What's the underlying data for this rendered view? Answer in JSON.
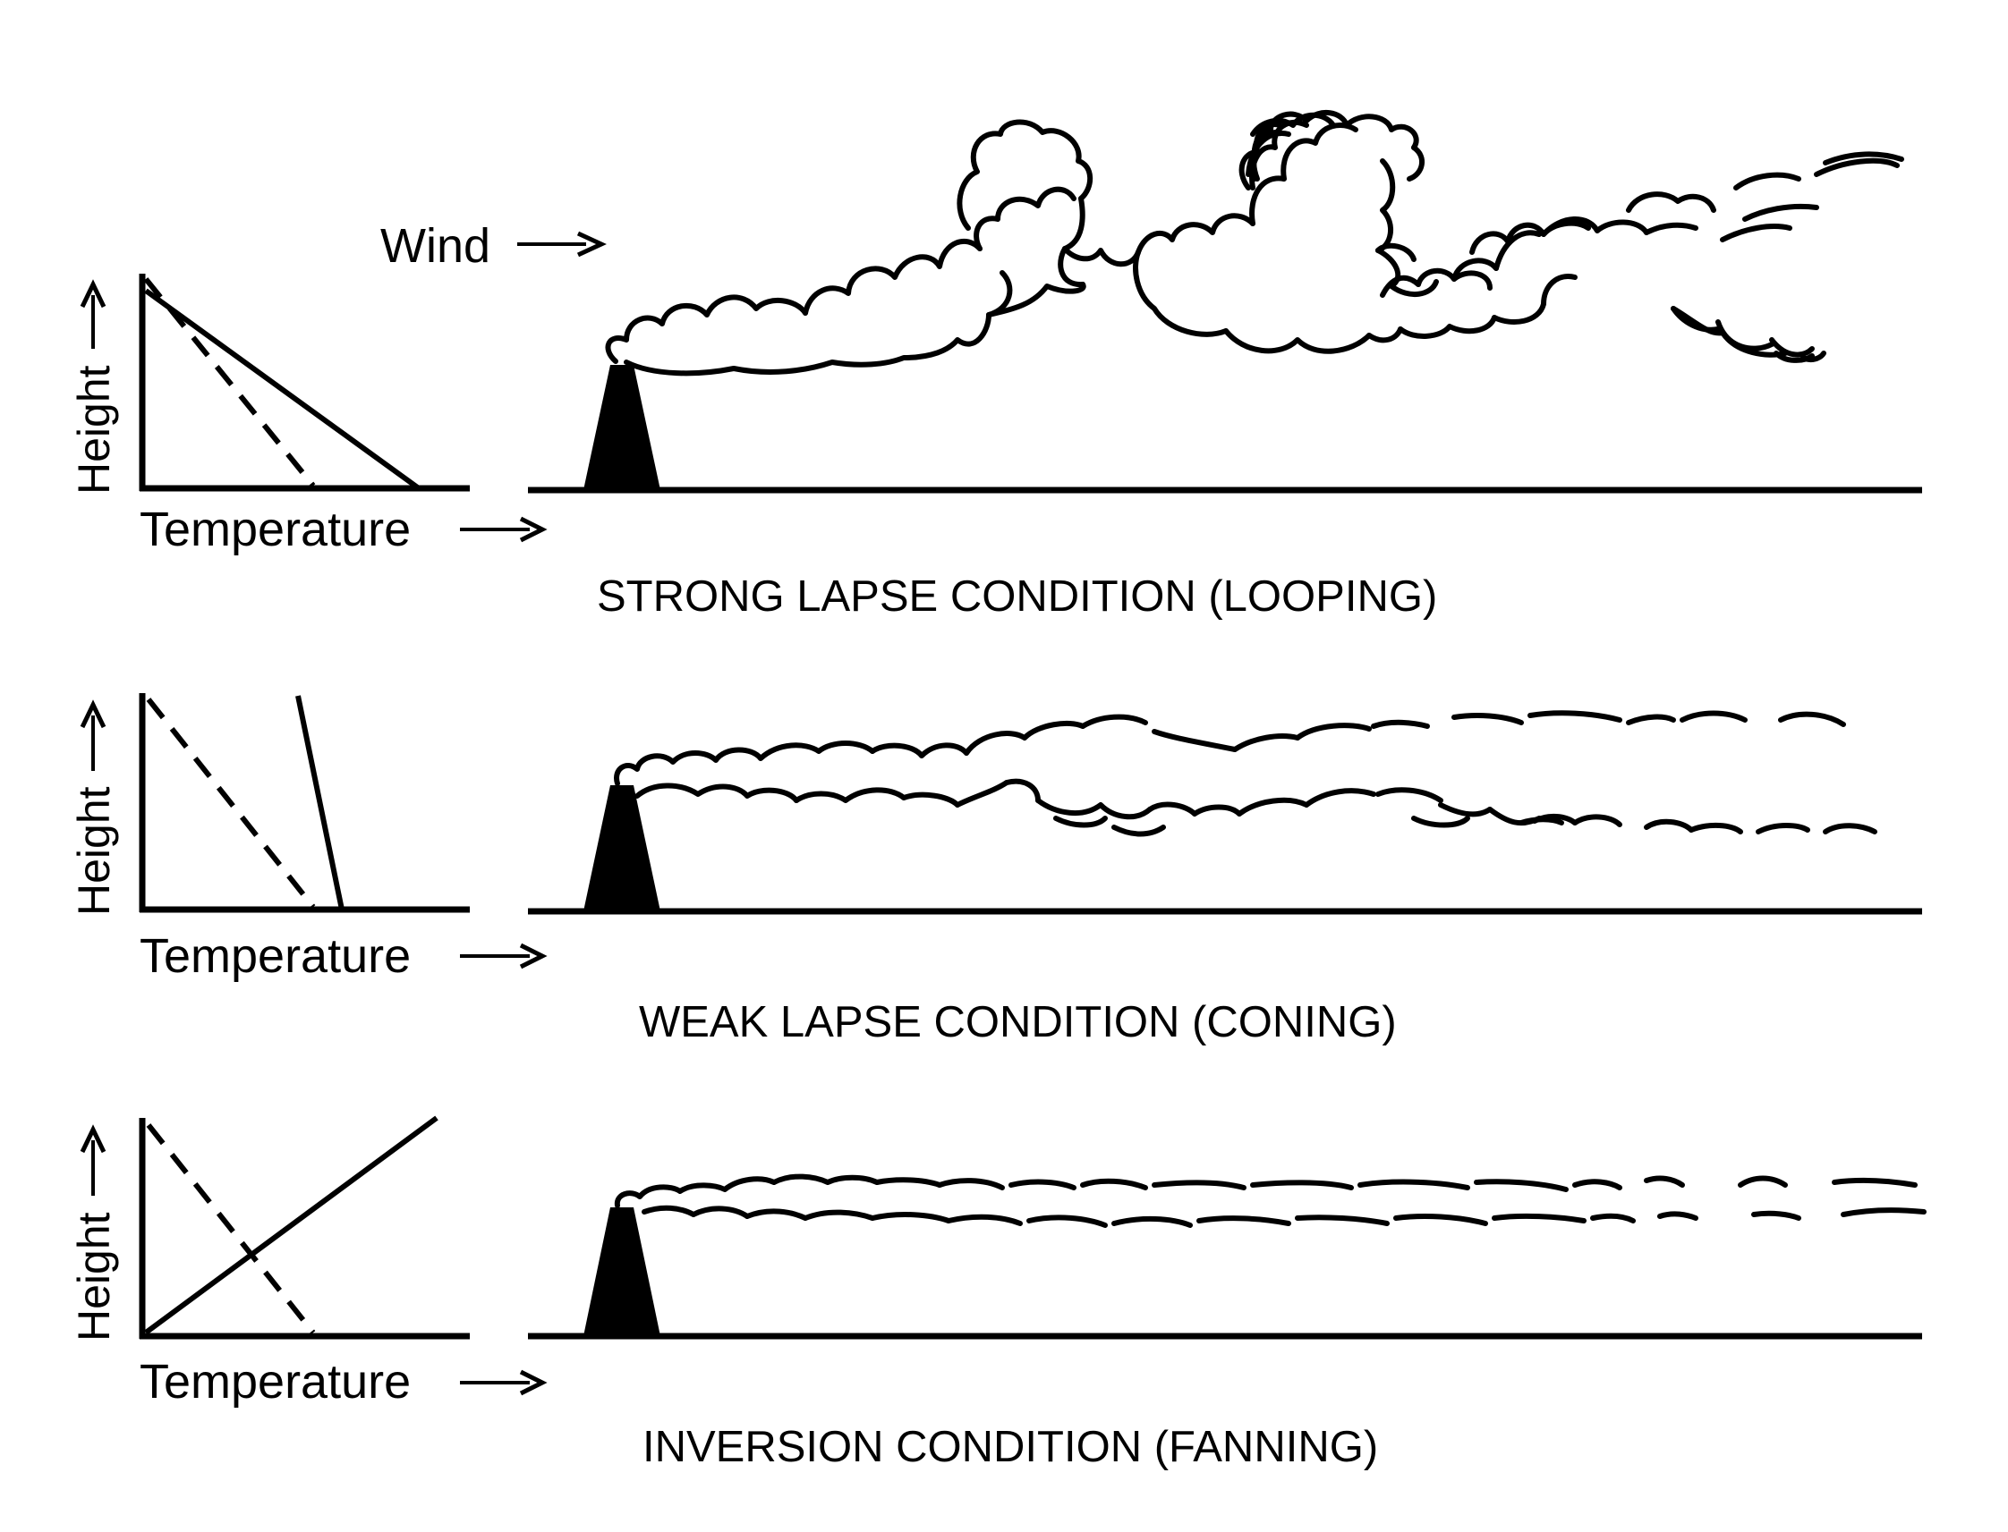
{
  "wind_label": "Wind",
  "panels": [
    {
      "y_axis_label": "Height",
      "x_axis_label": "Temperature",
      "caption": "STRONG LAPSE CONDITION (LOOPING)"
    },
    {
      "y_axis_label": "Height",
      "x_axis_label": "Temperature",
      "caption": "WEAK LAPSE CONDITION (CONING)"
    },
    {
      "y_axis_label": "Height",
      "x_axis_label": "Temperature",
      "caption": "INVERSION CONDITION (FANNING)"
    }
  ],
  "colors": {
    "ink": "#000000",
    "background": "#ffffff"
  }
}
